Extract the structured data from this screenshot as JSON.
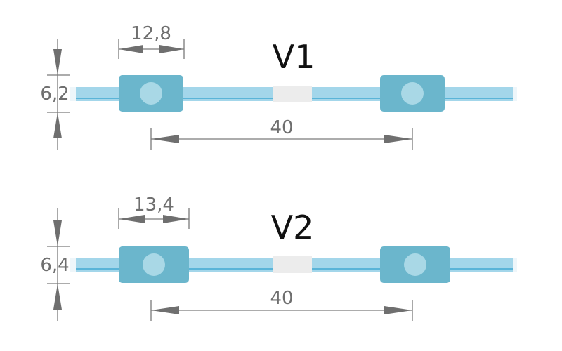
{
  "colors": {
    "module_body": "#6bb6cc",
    "module_lens": "#a9d8e6",
    "cable": "#a3d6ea",
    "cable_highlight": "#5ab4d8",
    "connector": "#ececec",
    "dimension": "#6f6f6f",
    "title": "#111111"
  },
  "variants": [
    {
      "title": "V1",
      "module_width_label": "12,8",
      "height_label": "6,2",
      "spacing_label": "40"
    },
    {
      "title": "V2",
      "module_width_label": "13,4",
      "height_label": "6,4",
      "spacing_label": "40"
    }
  ]
}
